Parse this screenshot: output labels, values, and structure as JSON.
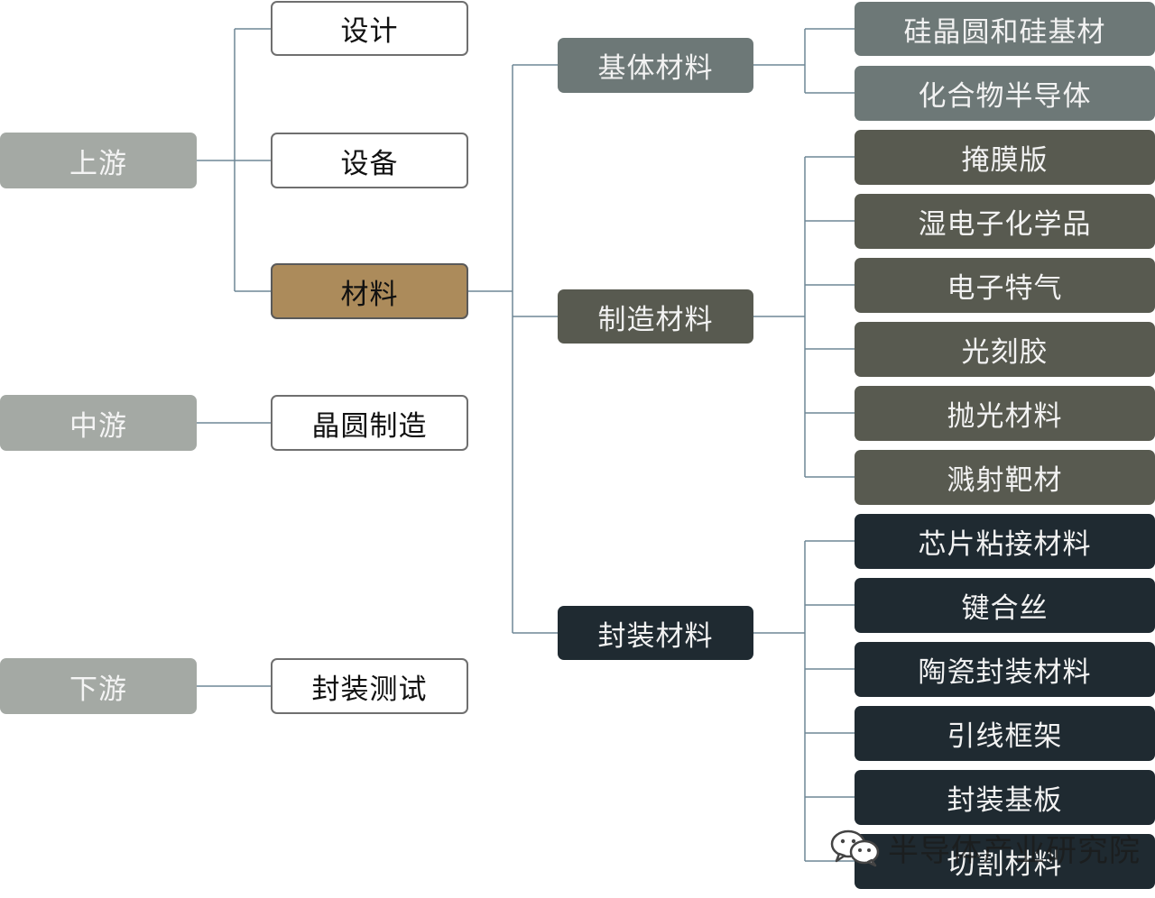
{
  "stages": {
    "upstream": "上游",
    "midstream": "中游",
    "downstream": "下游"
  },
  "level1": {
    "design": "设计",
    "equipment": "设备",
    "materials": "材料",
    "wafer_fab": "晶圆制造",
    "packaging_testing": "封装测试"
  },
  "categories": {
    "base_materials": "基体材料",
    "manufacturing_materials": "制造材料",
    "packaging_materials": "封装材料"
  },
  "base_items": [
    "硅晶圆和硅基材",
    "化合物半导体"
  ],
  "manufacturing_items": [
    "掩膜版",
    "湿电子化学品",
    "电子特气",
    "光刻胶",
    "抛光材料",
    "溅射靶材"
  ],
  "packaging_items": [
    "芯片粘接材料",
    "键合丝",
    "陶瓷封装材料",
    "引线框架",
    "封装基板",
    "切割材料"
  ],
  "watermark": {
    "text": "半导体产业研究院",
    "icon": "wechat-icon"
  },
  "colors": {
    "stage": "#a4a9a4",
    "selected_node": "#ac8b5b",
    "base_materials": "#6d7877",
    "manufacturing_materials": "#585a50",
    "packaging_materials": "#1f2a31",
    "connector": "#6e8796"
  }
}
